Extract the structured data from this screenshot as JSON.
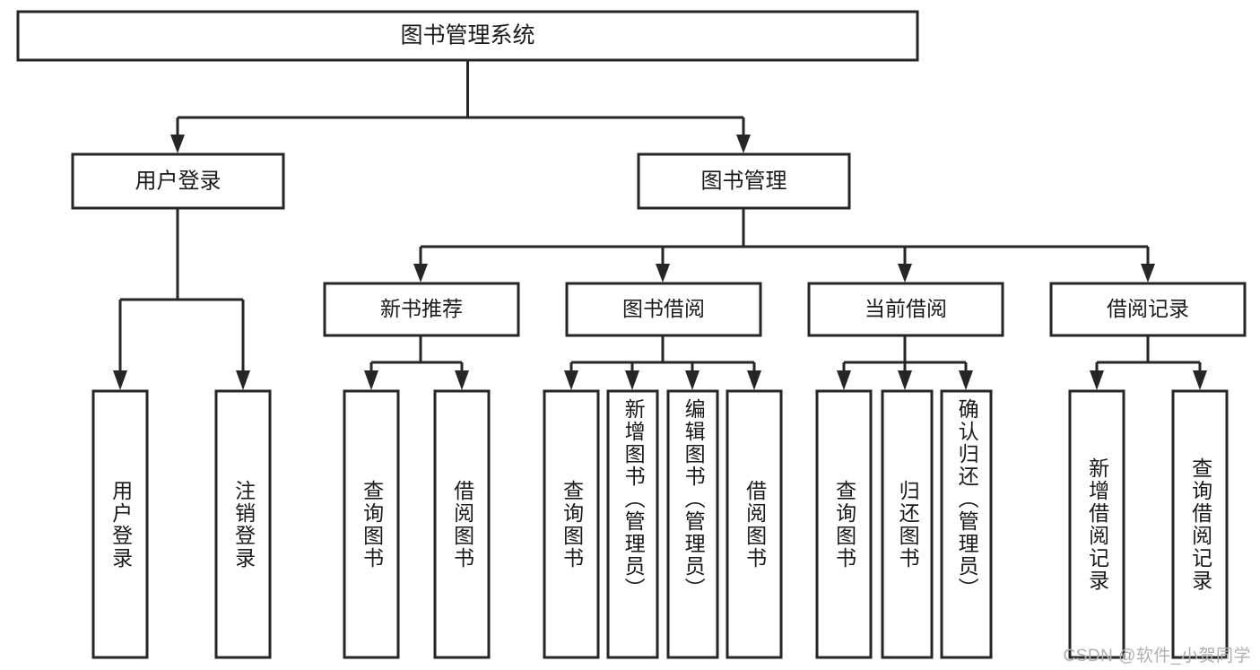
{
  "diagram": {
    "type": "tree",
    "title": "图书管理系统",
    "orientation": "top-down",
    "colors": {
      "background": "#ffffff",
      "node_fill": "#ffffff",
      "node_stroke": "#262626",
      "text": "#1a1a1a",
      "watermark": "#b0b0b0"
    },
    "root": {
      "label": "图书管理系统"
    },
    "level1": [
      {
        "label": "用户登录"
      },
      {
        "label": "图书管理"
      }
    ],
    "level2": [
      {
        "label": "新书推荐"
      },
      {
        "label": "图书借阅"
      },
      {
        "label": "当前借阅"
      },
      {
        "label": "借阅记录"
      }
    ],
    "leaves": {
      "user_login": [
        "用户登录",
        "注销登录"
      ],
      "new_book_recommend": [
        "查询图书",
        "借阅图书"
      ],
      "book_borrow": [
        "查询图书",
        "新增图书（管理员）",
        "编辑图书（管理员）",
        "借阅图书"
      ],
      "current_borrow": [
        "查询图书",
        "归还图书",
        "确认归还（管理员）"
      ],
      "borrow_record": [
        "新增借阅记录",
        "查询借阅记录"
      ]
    }
  },
  "watermark": {
    "text": "CSDN @软件_小贺同学"
  }
}
